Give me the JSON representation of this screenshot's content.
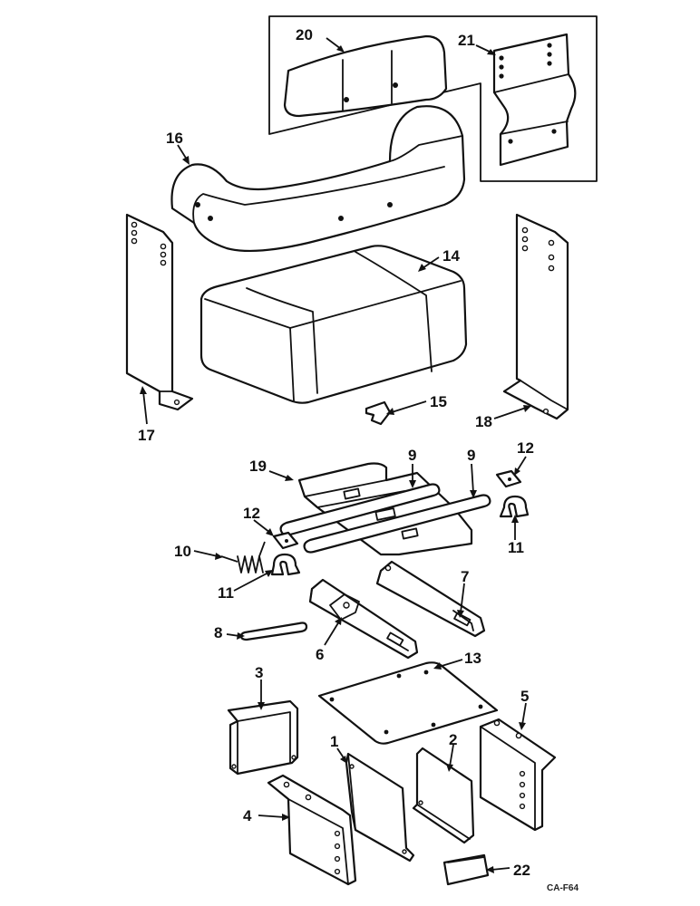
{
  "diagram": {
    "colors": {
      "ink": "#111111",
      "paper": "#ffffff"
    },
    "callouts": {
      "p1": "1",
      "p2": "2",
      "p3": "3",
      "p4": "4",
      "p5": "5",
      "p6": "6",
      "p7": "7",
      "p8": "8",
      "p9a": "9",
      "p9b": "9",
      "p10": "10",
      "p11a": "11",
      "p11b": "11",
      "p12a": "12",
      "p12b": "12",
      "p13": "13",
      "p14": "14",
      "p15": "15",
      "p16": "16",
      "p17": "17",
      "p18": "18",
      "p19": "19",
      "p20": "20",
      "p21": "21",
      "p22": "22"
    },
    "drawing_code": "CA-F64"
  }
}
